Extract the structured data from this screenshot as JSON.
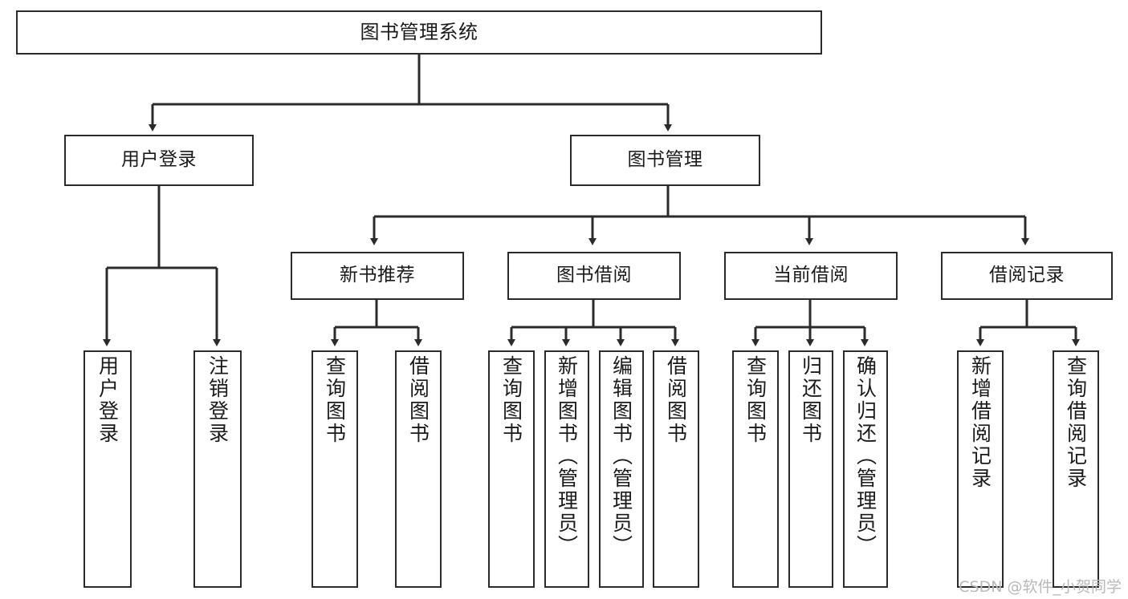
{
  "diagram": {
    "title": "图书管理系统",
    "type": "tree",
    "colors": {
      "box_border": "#2b2b2b",
      "box_fill": "#ffffff",
      "connector": "#2b2b2b",
      "background": "#ffffff",
      "watermark": "#b9b9b9"
    },
    "root": {
      "label": "图书管理系统"
    },
    "level2": [
      {
        "label": "用户登录"
      },
      {
        "label": "图书管理"
      }
    ],
    "level3": [
      {
        "label": "新书推荐"
      },
      {
        "label": "图书借阅"
      },
      {
        "label": "当前借阅"
      },
      {
        "label": "借阅记录"
      }
    ],
    "leaves": {
      "user_login": [
        {
          "label": "用户登录"
        },
        {
          "label": "注销登录"
        }
      ],
      "new_book": [
        {
          "label": "查询图书"
        },
        {
          "label": "借阅图书"
        }
      ],
      "book_borrow": [
        {
          "label": "查询图书"
        },
        {
          "label": "新增图书（管理员）"
        },
        {
          "label": "编辑图书（管理员）"
        },
        {
          "label": "借阅图书"
        }
      ],
      "current_borrow": [
        {
          "label": "查询图书"
        },
        {
          "label": "归还图书"
        },
        {
          "label": "确认归还（管理员）"
        }
      ],
      "borrow_record": [
        {
          "label": "新增借阅记录"
        },
        {
          "label": "查询借阅记录"
        }
      ]
    },
    "watermark": "CSDN @软件_小贺同学"
  }
}
